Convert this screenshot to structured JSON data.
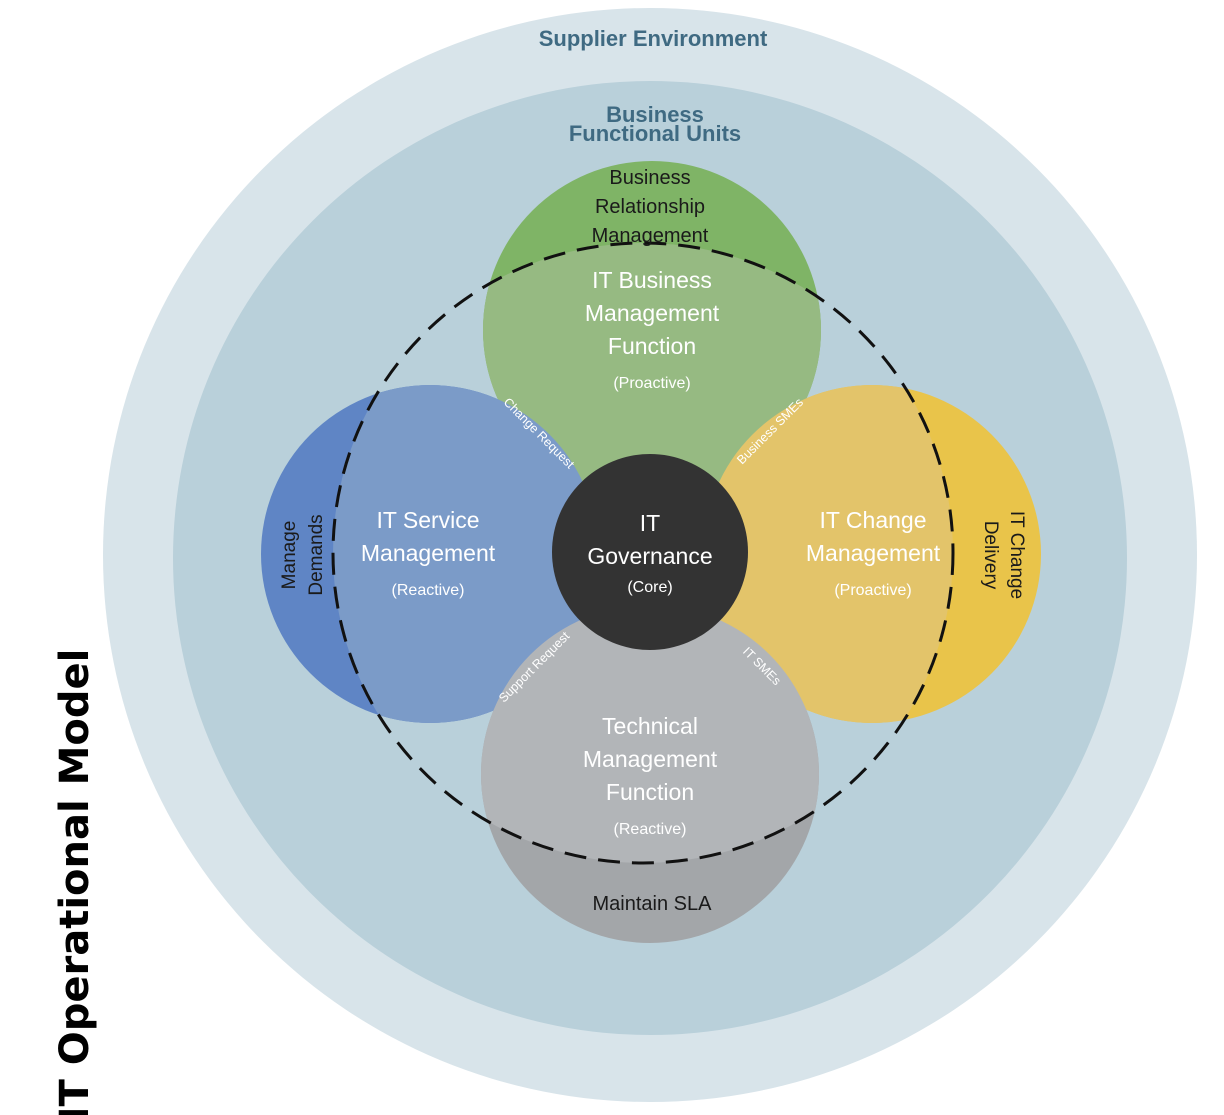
{
  "title": "IT Operational Model",
  "supplier_environment": "Supplier Environment",
  "business_units": [
    "Business",
    "Functional Units"
  ],
  "business_relationship": [
    "Business",
    "Relationship",
    "Management"
  ],
  "it_business": {
    "lines": [
      "IT Business",
      "Management",
      "Function"
    ],
    "mode": "(Proactive)"
  },
  "it_service": {
    "lines": [
      "IT Service",
      "Management"
    ],
    "mode": "(Reactive)"
  },
  "it_change": {
    "lines": [
      "IT Change",
      "Management"
    ],
    "mode": "(Proactive)"
  },
  "technical": {
    "lines": [
      "Technical",
      "Management",
      "Function"
    ],
    "mode": "(Reactive)"
  },
  "governance": {
    "lines": [
      "IT",
      "Governance"
    ],
    "mode": "(Core)"
  },
  "manage_demands": [
    "Manage",
    "Demands"
  ],
  "it_change_delivery": [
    "IT Change",
    "Delivery"
  ],
  "maintain_sla": "Maintain SLA",
  "connectors": {
    "change_request": "Change Request",
    "business_smes": "Business SMEs",
    "support_request": "Support Request",
    "it_smes": "IT SMEs"
  },
  "colors": {
    "supplier": "#d8e4ea",
    "business": "#b9d0da",
    "green": "#7fb466",
    "green_inner": "#96ba82",
    "blue": "#5f85c5",
    "blue_inner": "#7b9bc8",
    "yellow": "#e9c44a",
    "yellow_inner": "#e3c46a",
    "gray": "#a3a6a9",
    "gray_inner": "#b2b5b8",
    "core": "#333333"
  }
}
